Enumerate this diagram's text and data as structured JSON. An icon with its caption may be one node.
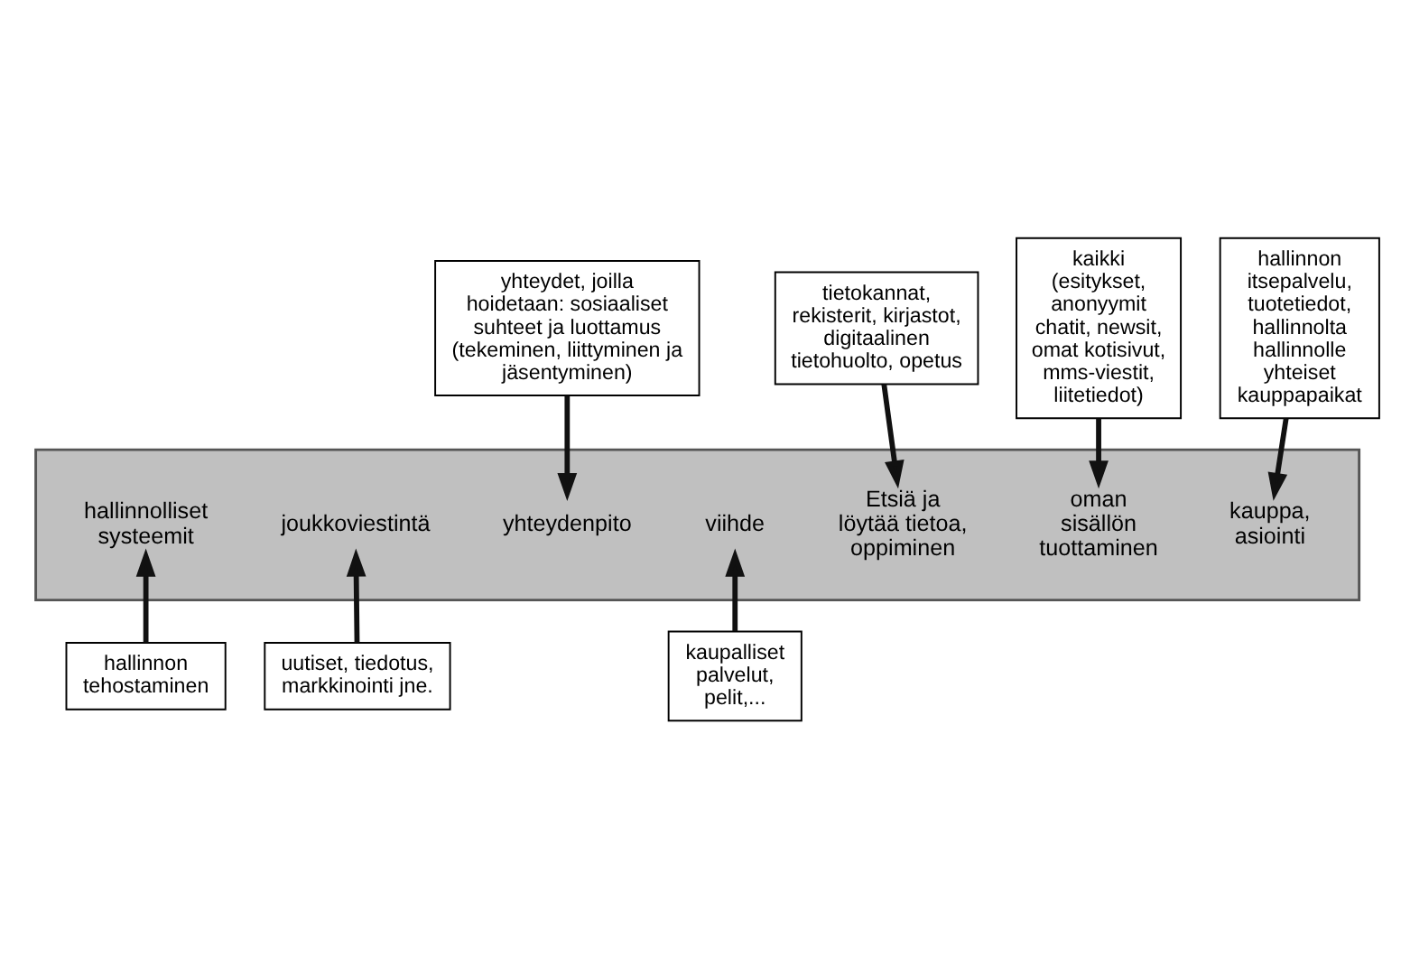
{
  "diagram": {
    "nodes": [
      {
        "text": [],
        "shape": "box"
      },
      {
        "text": [
          "yhteydenpito"
        ],
        "in": 0
      },
      {
        "text": [
          "Etsiä ja löytää tietoa, oppiminen"
        ],
        "in": 0
      },
      {
        "text": [
          "kauppa, asiointi"
        ],
        "in": 0
      },
      {
        "text": [
          "hallinnolliset systeemit"
        ],
        "in": 0
      },
      {
        "text": [
          "oman sisällön tuottaminen"
        ],
        "in": 0
      },
      {
        "text": [
          "joukkoviestintä"
        ],
        "in": 0
      },
      {
        "text": [
          "viihde"
        ],
        "in": 0
      },
      {
        "text": [
          "yhteydet, joilla hoidetaan: sosiaaliset suhteet ja luottamus (tekeminen, liittyminen ja jäsentyminen)"
        ]
      },
      {
        "text": [
          "tietokannat, rekisterit, kirjastot, digitaalinen tietohuolto, opetus"
        ]
      },
      {
        "text": [
          "kaikki (esitykset, anonyymit chatit, newsit, omat kotisivut, mms-viestit, liitetiedot)"
        ]
      },
      {
        "text": [
          "hallinnon itsepalvelu, tuotetiedot, hallinnolta hallinnolle yhteiset kauppapaikat"
        ]
      },
      {
        "text": [
          "uutiset, tiedotus, markkinointi jne."
        ]
      },
      {
        "text": [
          "kaupalliset palvelut, pelit,..."
        ]
      },
      {
        "text": [
          "hallinnon tehostaminen"
        ]
      }
    ],
    "edges": [
      {
        "from": 8,
        "to": 1,
        "arrow": "to"
      },
      {
        "from": 9,
        "to": 2,
        "arrow": "to"
      },
      {
        "from": 10,
        "to": 5,
        "arrow": "to"
      },
      {
        "from": 11,
        "to": 3,
        "arrow": "to"
      },
      {
        "from": 12,
        "to": 6,
        "arrow": "to"
      },
      {
        "from": 13,
        "to": 7,
        "arrow": "to"
      },
      {
        "from": 14,
        "to": 4,
        "arrow": "to"
      }
    ]
  }
}
